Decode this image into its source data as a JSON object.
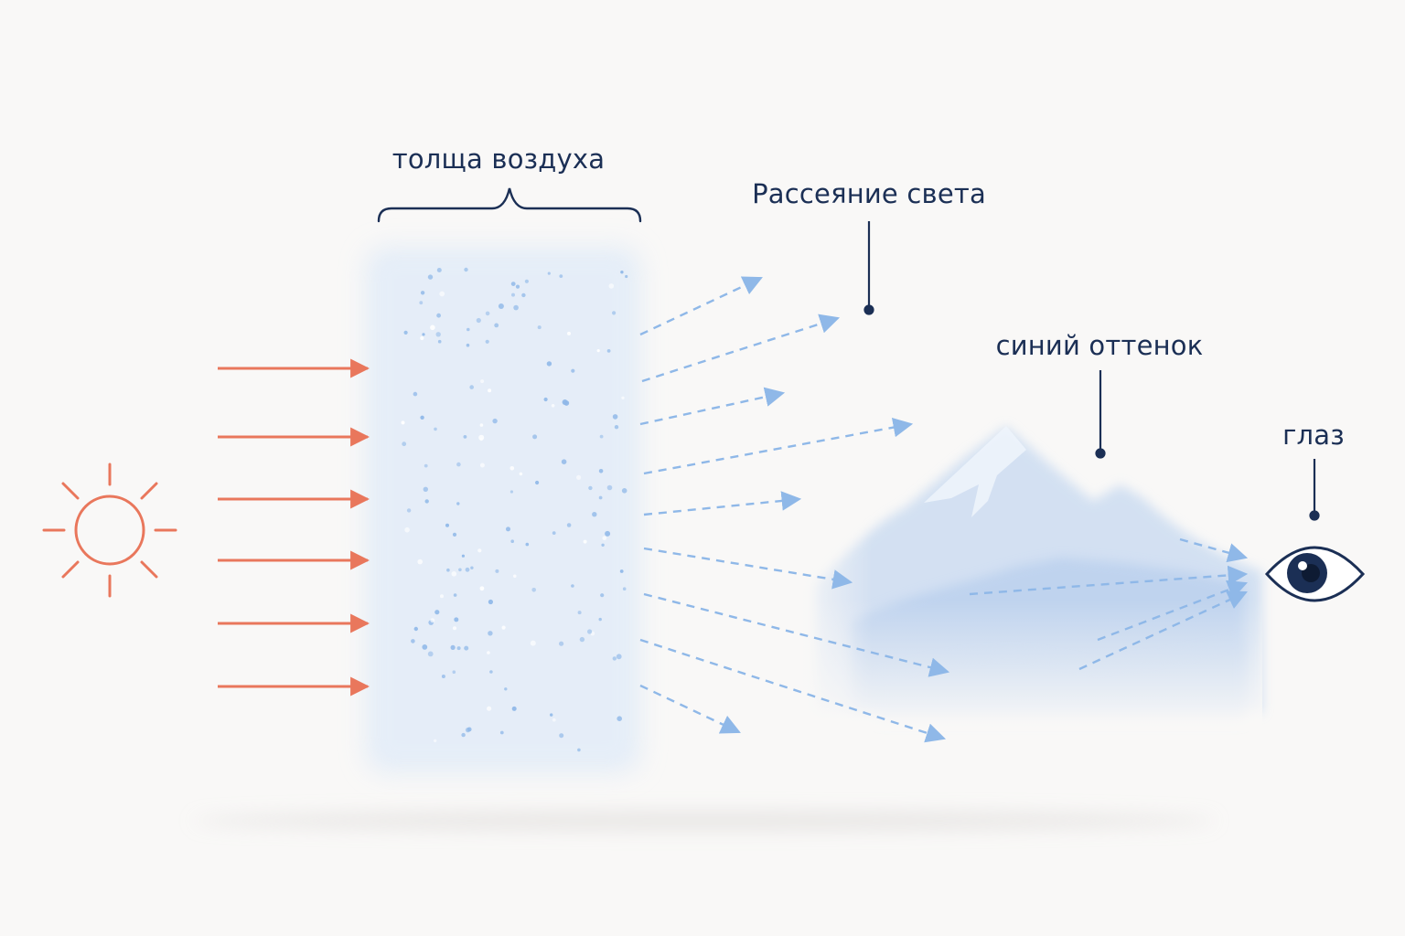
{
  "labels": {
    "air_thickness": "толща воздуха",
    "light_scattering": "Рассеяние света",
    "blue_tint": "синий оттенок",
    "eye": "глаз"
  },
  "colors": {
    "sun": "#e9775c",
    "incoming_rays": "#e9775c",
    "scattered_rays": "#8fb8e8",
    "label_text": "#1b2f55",
    "leader_lines": "#1b2f55",
    "air_column": "#dde9f7",
    "mountains": "#c3d7f0",
    "eye_iris": "#1b2f55"
  },
  "icons": [
    "sun-icon",
    "eye-icon",
    "mountain-icon"
  ]
}
